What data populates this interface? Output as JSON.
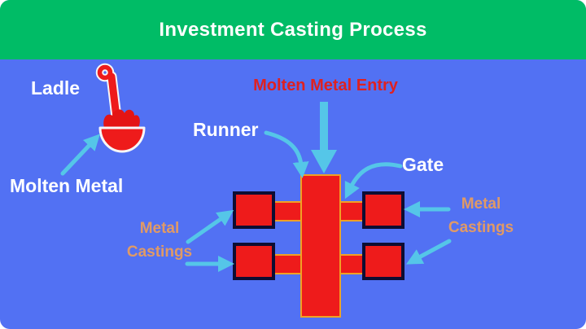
{
  "header": {
    "title": "Investment Casting Process"
  },
  "diagram": {
    "labels": {
      "ladle": "Ladle",
      "molten_metal": "Molten Metal",
      "molten_metal_entry": "Molten Metal Entry",
      "runner": "Runner",
      "gate": "Gate",
      "metal_castings_left": "Metal Castings",
      "metal_castings_right": "Metal Castings"
    },
    "parts": {
      "castings_count": 4,
      "gate_bars_count": 2
    },
    "colors": {
      "header_green": "#00BC66",
      "background_blue": "#5271F3",
      "metal_red": "#EE1B1B",
      "molten_red": "#E41414",
      "mold_outline_orange": "#F0A125",
      "casting_border_dark": "#0D0D33",
      "arrow_cyan": "#55C6E8",
      "entry_text_red": "#DE2121",
      "castings_text_orange": "#E09A66",
      "label_text_white": "#FFFFFF"
    }
  }
}
